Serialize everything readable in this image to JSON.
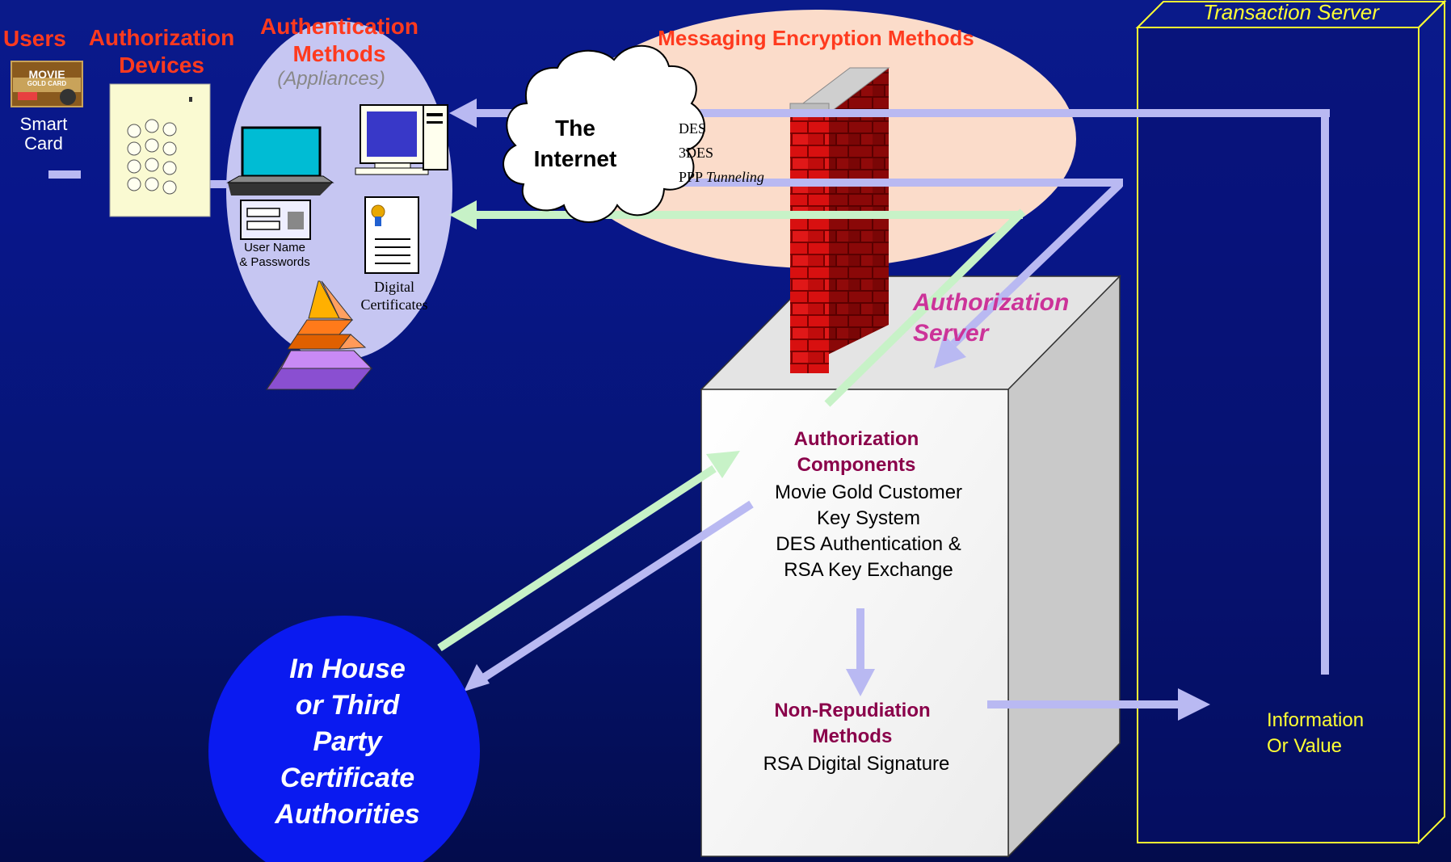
{
  "labels": {
    "users": "Users",
    "authorization_devices_1": "Authorization",
    "authorization_devices_2": "Devices",
    "authentication_methods_1": "Authentication",
    "authentication_methods_2": "Methods",
    "appliances": "(Appliances)",
    "messaging_encryption": "Messaging Encryption Methods",
    "transaction_server": "Transaction Server",
    "smart_1": "Smart",
    "smart_2": "Card",
    "card_brand_1": "MOVIE",
    "card_brand_2": "GOLD CARD",
    "user_name_1": "User Name",
    "user_name_2": "& Passwords",
    "digital_cert_1": "Digital",
    "digital_cert_2": "Certificates",
    "internet_1": "The",
    "internet_2": "Internet",
    "enc_des": "DES",
    "enc_3des": "3DES",
    "enc_ppp": "PPP",
    "enc_tunneling": "Tunneling",
    "auth_server_1": "Authorization",
    "auth_server_2": "Server",
    "auth_components_1": "Authorization",
    "auth_components_2": "Components",
    "auth_line_1": "Movie Gold Customer",
    "auth_line_2": "Key System",
    "auth_line_3": "DES Authentication &",
    "auth_line_4": "RSA Key Exchange",
    "nonrep_1": "Non-Repudiation",
    "nonrep_2": "Methods",
    "nonrep_3": "RSA Digital Signature",
    "ca_1": "In House",
    "ca_2": "or Third",
    "ca_3": "Party",
    "ca_4": "Certificate",
    "ca_5": "Authorities",
    "info_1": "Information",
    "info_2": "Or Value"
  },
  "colors": {
    "title_red": "#ff3a1e",
    "transaction_yellow": "#ffff33",
    "arrow_lavender": "#b9b9f2",
    "arrow_green": "#c7f2c7",
    "purple_title": "#8a004a",
    "ca_blue": "#0a1af0"
  }
}
